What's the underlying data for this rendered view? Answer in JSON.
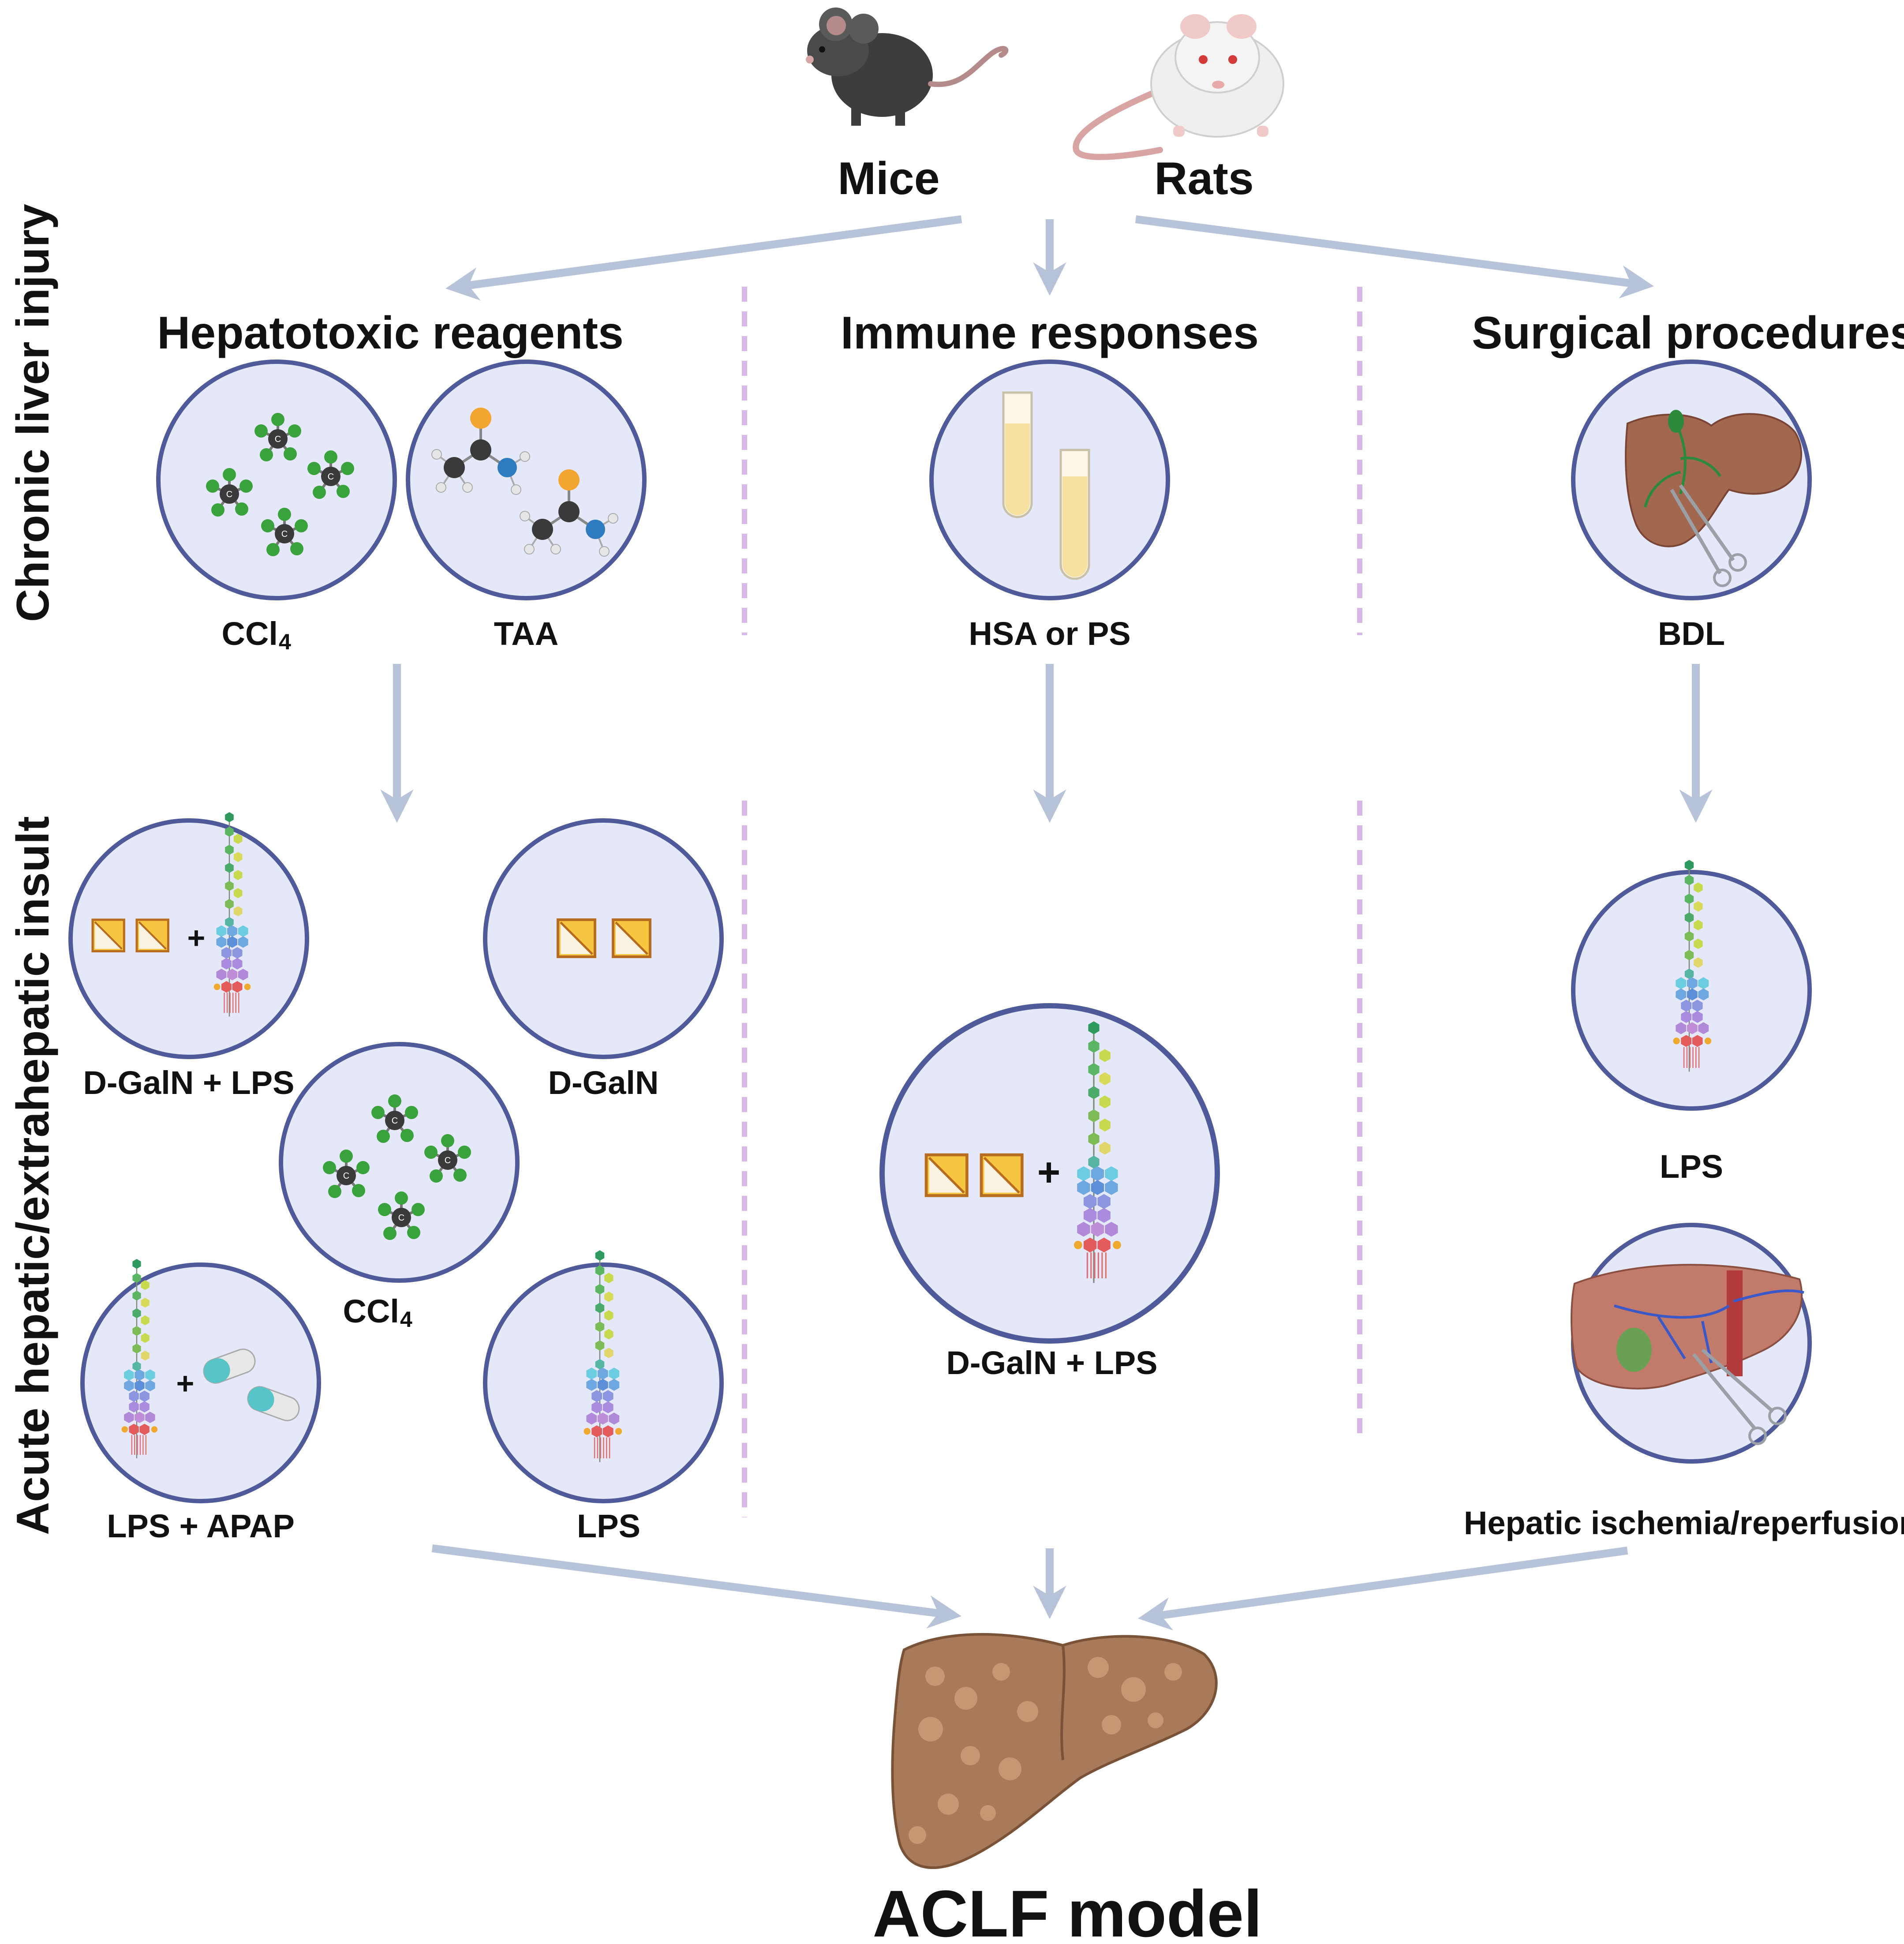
{
  "species": {
    "mice": "Mice",
    "rats": "Rats"
  },
  "side_labels": {
    "chronic": "Chronic liver injury",
    "acute": "Acute hepatic/extrahepatic insult"
  },
  "columns": {
    "hepatotoxic": "Hepatotoxic reagents",
    "immune": "Immune responses",
    "surgical": "Surgical procedures"
  },
  "chronic_items": {
    "ccl4": "CCl",
    "ccl4_sub": "4",
    "taa": "TAA",
    "hsa_ps": "HSA or PS",
    "bdl": "BDL"
  },
  "acute_items": {
    "dgaln_lps_left": "D-GalN + LPS",
    "dgaln": "D-GalN",
    "ccl4": "CCl",
    "ccl4_sub": "4",
    "lps_apap": "LPS + APAP",
    "lps_left": "LPS",
    "dgaln_lps_mid": "D-GalN + LPS",
    "lps_right": "LPS",
    "ischemia": "Hepatic ischemia/reperfusion"
  },
  "symbols": {
    "plus": "+"
  },
  "result": {
    "title": "ACLF model"
  },
  "colors": {
    "arrow": "#b6c3d8",
    "divider": "#d6b7e6",
    "circle_fill": "#e4e8f8",
    "circle_stroke": "#4f5a9a",
    "chlorine": "#3aa23d",
    "carbon": "#3a3a3a",
    "sulfur": "#f3a531",
    "nitrogen": "#2f7bbf",
    "liver": "#a2674f",
    "aclf_liver": "#a87a5a"
  },
  "icons": {
    "mouse": "black-mouse-icon",
    "rat": "white-rat-icon",
    "test_tubes": "test-tubes-icon",
    "liver_bdl": "liver-ligation-icon",
    "ischemia": "liver-clamp-icon",
    "lps": "lps-molecule-icon",
    "dgaln": "dgaln-square-icon",
    "apap": "apap-capsule-icon",
    "aclf_liver": "cirrhotic-liver-icon"
  }
}
